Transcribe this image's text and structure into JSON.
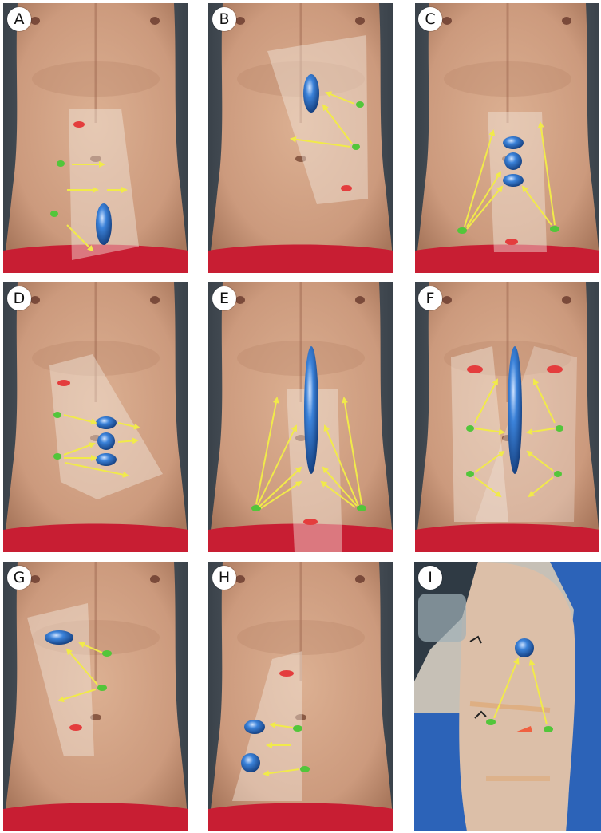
{
  "figure": {
    "panels": [
      {
        "label": "A"
      },
      {
        "label": "B"
      },
      {
        "label": "C"
      },
      {
        "label": "D"
      },
      {
        "label": "E"
      },
      {
        "label": "F"
      },
      {
        "label": "G"
      },
      {
        "label": "H"
      },
      {
        "label": "I"
      }
    ]
  },
  "colors": {
    "skin": "#d3a487",
    "skin_shadow": "#b9876a",
    "background": "#454d55",
    "underwear": "#c81e33",
    "overlay": "#f2e6dc",
    "arrow": "#f1ea4a",
    "green_dot": "#52c63a",
    "red_dot": "#e43d3d",
    "balloon": "#2f6fc3",
    "drape": "#2c63b8"
  },
  "icons": {
    "target_ellipse": "blue-ellipsoid-icon",
    "entry_point": "green-dot-icon",
    "landmark": "red-dot-icon",
    "direction": "yellow-arrow-icon"
  }
}
